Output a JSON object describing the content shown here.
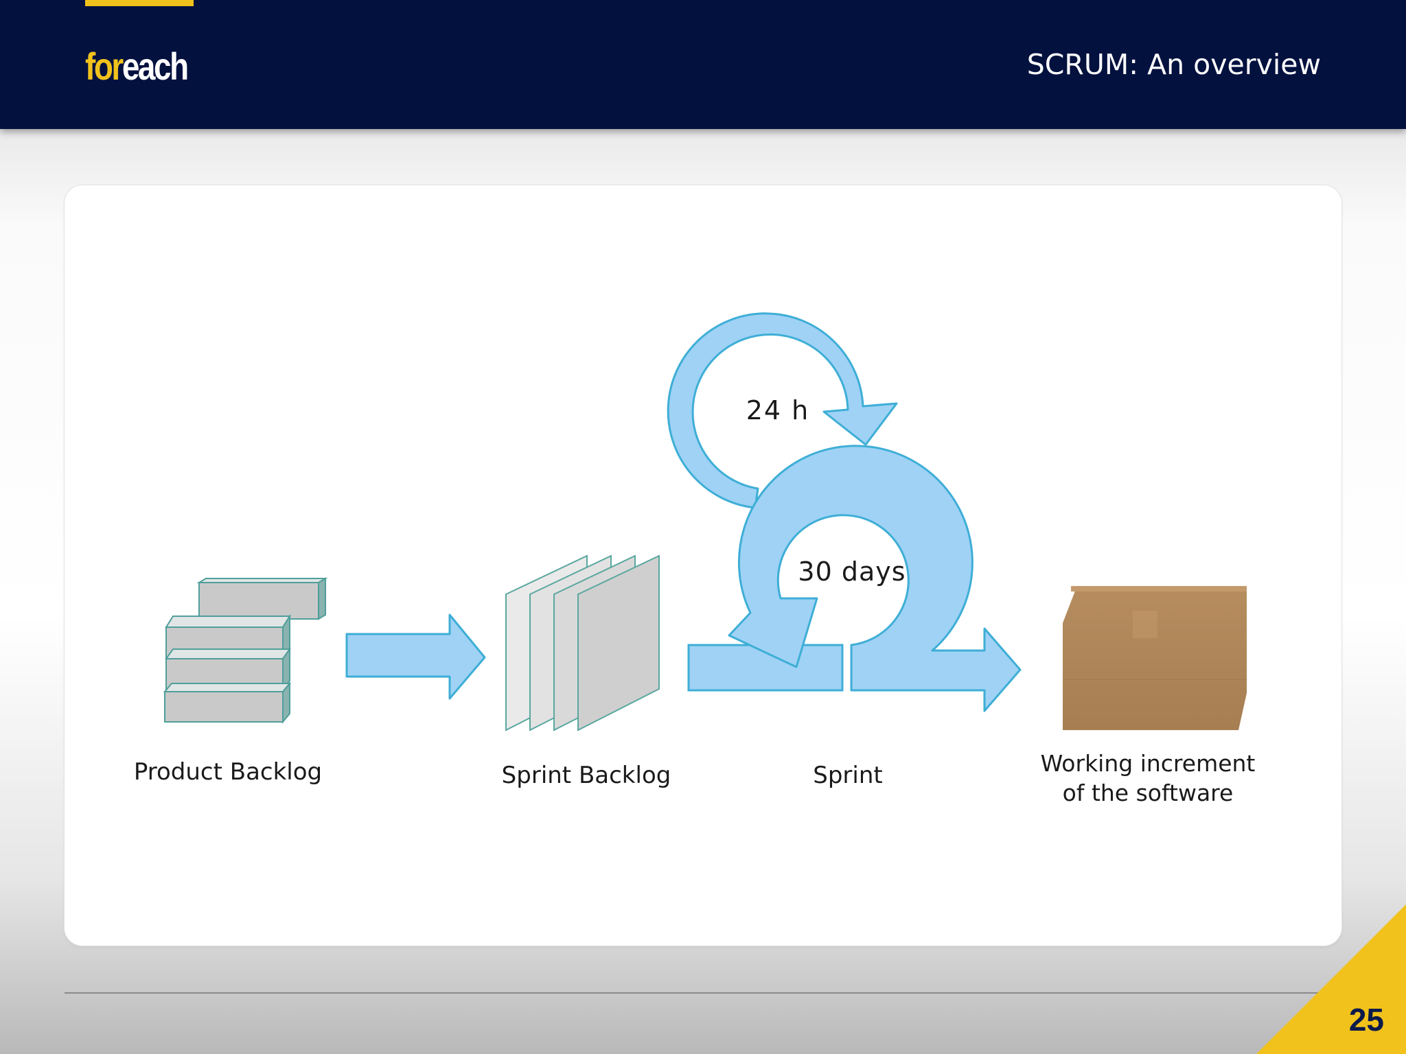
{
  "header": {
    "logo_part1": "for",
    "logo_part2": "each",
    "title": "SCRUM: An overview"
  },
  "diagram": {
    "loop_daily_label": "24 h",
    "loop_sprint_label": "30 days",
    "stages": [
      {
        "label": "Product Backlog"
      },
      {
        "label": "Sprint Backlog"
      },
      {
        "label": "Sprint"
      },
      {
        "label_line1": "Working increment",
        "label_line2": "of the software"
      }
    ]
  },
  "footer": {
    "page_number": "25"
  },
  "colors": {
    "header_bg": "#03113f",
    "accent": "#f1c21b",
    "arrow_fill": "#9fd2f5",
    "arrow_stroke": "#3eaed6",
    "backlog_fill": "#c8c8c8",
    "backlog_stroke": "#4f9e9a",
    "box_fill": "#b0875b"
  }
}
